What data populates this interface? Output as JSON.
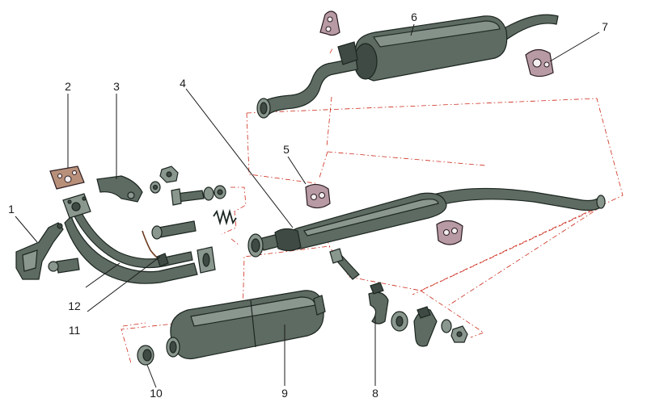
{
  "callouts": [
    {
      "id": "1",
      "label": "1"
    },
    {
      "id": "2",
      "label": "2"
    },
    {
      "id": "3",
      "label": "3"
    },
    {
      "id": "4",
      "label": "4"
    },
    {
      "id": "5",
      "label": "5"
    },
    {
      "id": "6",
      "label": "6"
    },
    {
      "id": "7",
      "label": "7"
    },
    {
      "id": "8",
      "label": "8"
    },
    {
      "id": "9",
      "label": "9"
    },
    {
      "id": "10",
      "label": "10"
    },
    {
      "id": "11",
      "label": "11"
    },
    {
      "id": "12",
      "label": "12"
    }
  ],
  "colors": {
    "pipe_metal": "#5d6b62",
    "pipe_highlight": "#8a978f",
    "rubber": "#b89aa4",
    "gasket": "#b8907a",
    "assembly_dash": "#cc2a1a",
    "leader": "#1a1a1a"
  }
}
